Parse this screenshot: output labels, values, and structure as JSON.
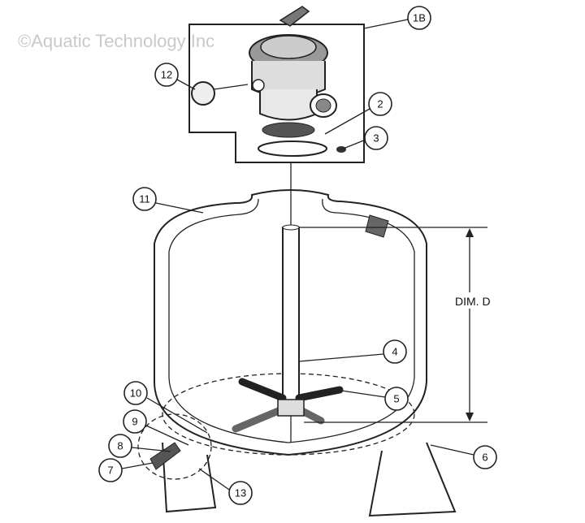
{
  "watermark": "©Aquatic Technology Inc",
  "dimension_label": "DIM. D",
  "callouts": {
    "c1B": "1B",
    "c12": "12",
    "c2": "2",
    "c3": "3",
    "c11": "11",
    "c4": "4",
    "c5": "5",
    "c6": "6",
    "c10": "10",
    "c9": "9",
    "c8": "8",
    "c7": "7",
    "c13": "13"
  },
  "colors": {
    "line": "#222222",
    "watermark": "#c9c9c9"
  }
}
